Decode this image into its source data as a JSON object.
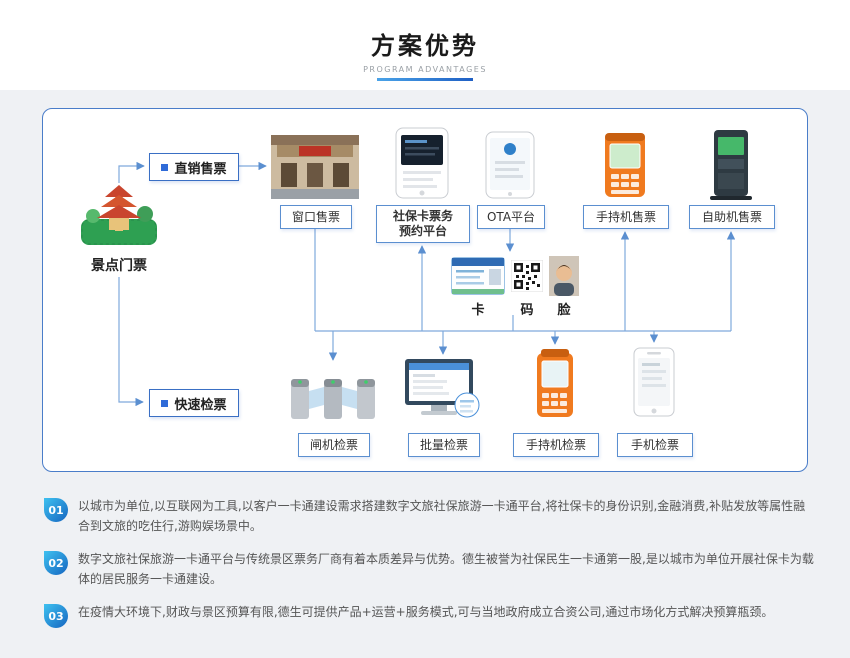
{
  "header": {
    "title": "方案优势",
    "subtitle": "PROGRAM ADVANTAGES"
  },
  "diagram": {
    "source_label": "景点门票",
    "flow_sell": "直销售票",
    "flow_check": "快速检票",
    "sell_channels": [
      {
        "label": "窗口售票"
      },
      {
        "label": "社保卡票务",
        "label2": "预约平台"
      },
      {
        "label": "OTA平台"
      },
      {
        "label": "手持机售票"
      },
      {
        "label": "自助机售票"
      }
    ],
    "credentials": [
      {
        "label": "卡"
      },
      {
        "label": "码"
      },
      {
        "label": "脸"
      }
    ],
    "check_channels": [
      {
        "label": "闸机检票"
      },
      {
        "label": "批量检票"
      },
      {
        "label": "手持机检票"
      },
      {
        "label": "手机检票"
      }
    ]
  },
  "advantages": [
    {
      "num": "01",
      "text": "以城市为单位,以互联网为工具,以客户一卡通建设需求搭建数字文旅社保旅游一卡通平台,将社保卡的身份识别,金融消费,补贴发放等属性融合到文旅的吃住行,游购娱场景中。"
    },
    {
      "num": "02",
      "text": "数字文旅社保旅游一卡通平台与传统景区票务厂商有着本质差异与优势。德生被誉为社保民生一卡通第一股,是以城市为单位开展社保卡为载体的居民服务一卡通建设。"
    },
    {
      "num": "03",
      "text": "在疫情大环境下,财政与景区预算有限,德生可提供产品+运营+服务模式,可与当地政府成立合资公司,通过市场化方式解决预算瓶颈。"
    }
  ],
  "colors": {
    "accent_blue": "#2f6bd8",
    "line_blue": "#7fa9dc",
    "border_blue": "#4a7dc9"
  }
}
